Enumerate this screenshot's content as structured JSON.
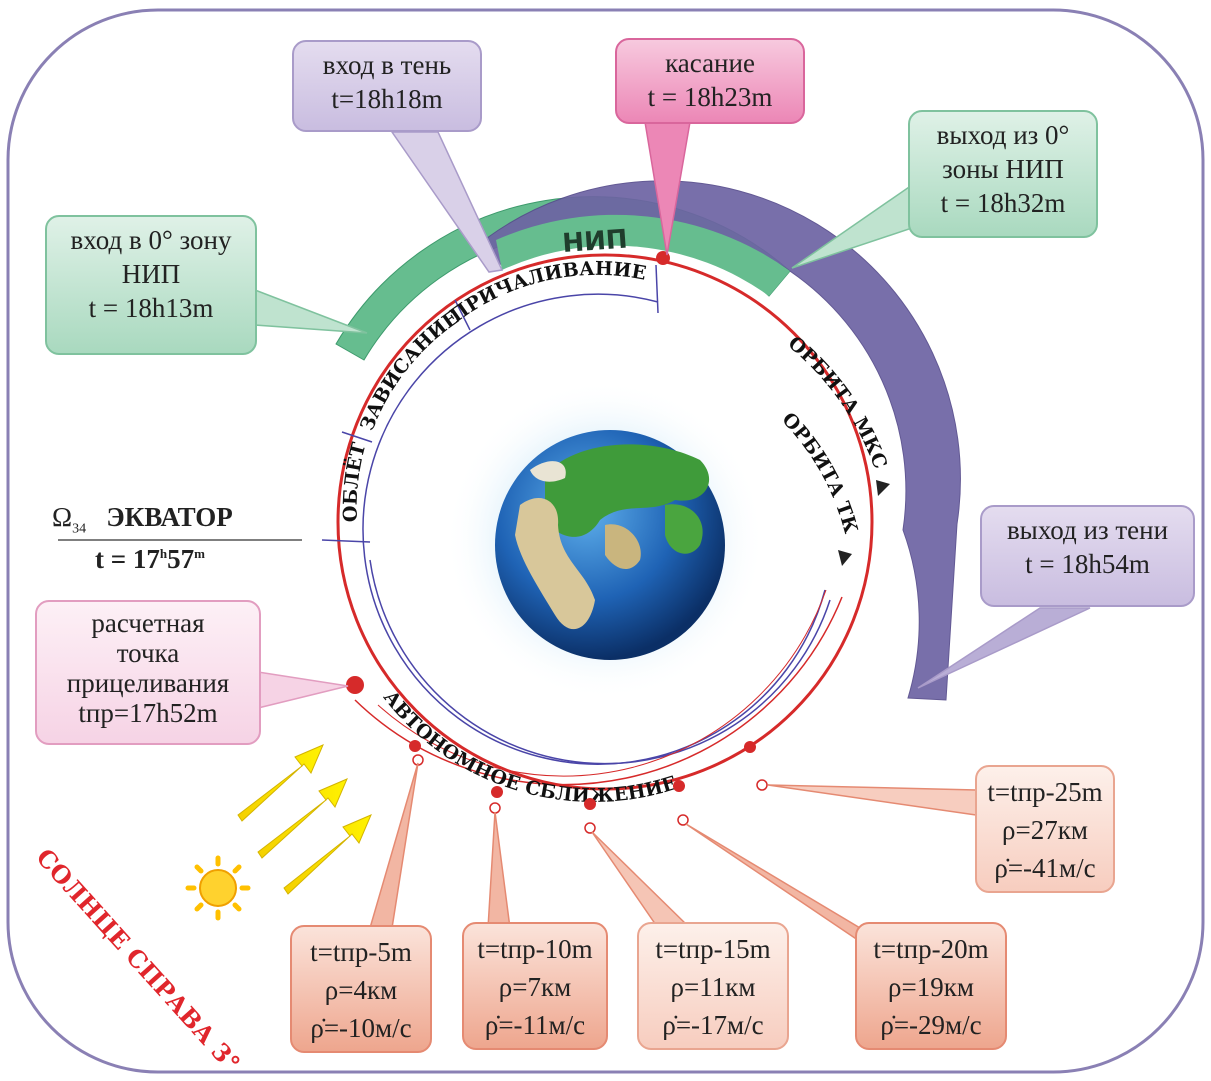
{
  "ring": {
    "nip_label": "НИП",
    "pricha_label": "ПРИЧАЛИВАНИЕ",
    "zavis_label": "ЗАВИСАНИЕ",
    "oblet_label": "ОБЛЁТ",
    "orbit_mks_label": "ОРБИТА МКС",
    "orbit_tk_label": "ОРБИТА ТК",
    "auto_label": "АВТОНОМНОЕ СБЛИЖЕНИЕ"
  },
  "equator": {
    "omega": "Ω",
    "omega_sub": "34",
    "label": "ЭКВАТОР",
    "t_prefix": "t = 17",
    "t_h": "h",
    "t_min": "57",
    "t_m": "m"
  },
  "sun_label": "СОЛНЦЕ СПРАВА 3°",
  "callouts": {
    "shadow_in": {
      "line1": "вход в тень",
      "line2": "t=18h18m"
    },
    "touch": {
      "line1": "касание",
      "line2": "t = 18h23m"
    },
    "nip_in": {
      "line1": "вход в 0° зону",
      "line2": "НИП",
      "line3": "t = 18h13m"
    },
    "nip_out": {
      "line1": "выход из 0°",
      "line2": "зоны НИП",
      "line3": "t = 18h32m"
    },
    "shadow_out": {
      "line1": "выход из тени",
      "line2": "t = 18h54m"
    },
    "aim": {
      "line1": "расчетная",
      "line2": "точка",
      "line3": "прицеливания",
      "line4": "tпр=17h52m"
    },
    "p25": {
      "line1": "t=tпр-25m",
      "line2": "ρ=27км",
      "line3": "ρ̇=-41м/с"
    },
    "p5": {
      "line1": "t=tпр-5m",
      "line2": "ρ=4км",
      "line3": "ρ̇=-10м/с"
    },
    "p10": {
      "line1": "t=tпр-10m",
      "line2": "ρ=7км",
      "line3": "ρ̇=-11м/с"
    },
    "p15": {
      "line1": "t=tпр-15m",
      "line2": "ρ=11км",
      "line3": "ρ̇=-17м/с"
    },
    "p20": {
      "line1": "t=tпр-20m",
      "line2": "ρ=19км",
      "line3": "ρ̇=-29м/с"
    }
  }
}
